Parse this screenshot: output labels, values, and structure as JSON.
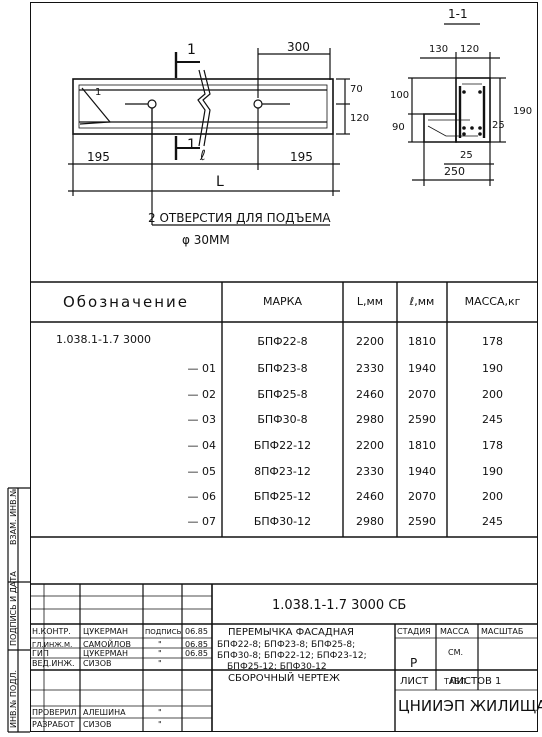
{
  "drawing": {
    "section_label": "1-1",
    "cut_mark": "1",
    "dims": {
      "top_span": "300",
      "left_end": "195",
      "mid": "ℓ",
      "right_end": "195",
      "total": "L",
      "h70": "70",
      "h120": "120",
      "s130": "130",
      "s120": "120",
      "s100": "100",
      "s90": "90",
      "s25v": "25",
      "s190": "190",
      "s25h": "25",
      "s250": "250"
    },
    "note_line1": "2 ОТВЕРСТИЯ ДЛЯ ПОДЪЕМА",
    "note_line2": "φ 30ММ"
  },
  "spec": {
    "headers": [
      "Обозначение",
      "МАРКА",
      "L,мм",
      "ℓ,мм",
      "МАССА,кг"
    ],
    "rows": [
      {
        "code": "1.038.1-1.7   3000",
        "suffix": "",
        "mark": "БПФ22-8",
        "L": "2200",
        "l": "1810",
        "mass": "178"
      },
      {
        "code": "",
        "suffix": "— 01",
        "mark": "БПФ23-8",
        "L": "2330",
        "l": "1940",
        "mass": "190"
      },
      {
        "code": "",
        "suffix": "— 02",
        "mark": "БПФ25-8",
        "L": "2460",
        "l": "2070",
        "mass": "200"
      },
      {
        "code": "",
        "suffix": "— 03",
        "mark": "БПФ30-8",
        "L": "2980",
        "l": "2590",
        "mass": "245"
      },
      {
        "code": "",
        "suffix": "— 04",
        "mark": "БПФ22-12",
        "L": "2200",
        "l": "1810",
        "mass": "178"
      },
      {
        "code": "",
        "suffix": "— 05",
        "mark": "8ПФ23-12",
        "L": "2330",
        "l": "1940",
        "mass": "190"
      },
      {
        "code": "",
        "suffix": "— 06",
        "mark": "БПФ25-12",
        "L": "2460",
        "l": "2070",
        "mass": "200"
      },
      {
        "code": "",
        "suffix": "— 07",
        "mark": "БПФ30-12",
        "L": "2980",
        "l": "2590",
        "mass": "245"
      }
    ]
  },
  "side_labels": [
    "ИНВ.№ ПОДЛ.",
    "ПОДПИСЬ И ДАТА",
    "ВЗАМ. ИНВ.№"
  ],
  "title_block": {
    "doc_code": "1.038.1-1.7   3000 СБ",
    "people": [
      {
        "role": "Н.КОНТР.",
        "name": "ЦУКЕРМАН",
        "sign": "ПОДПИСЬ",
        "date": "06.85"
      },
      {
        "role": "ГЛ.ИНЖ.М.",
        "name": "САМОЙЛОВ",
        "sign": "\"",
        "date": "06.85"
      },
      {
        "role": "ГИП",
        "name": "ЦУКЕРМАН",
        "sign": "\"",
        "date": "06.85"
      },
      {
        "role": "ВЕД.ИНЖ.",
        "name": "СИЗОВ",
        "sign": "\"",
        "date": ""
      },
      {
        "role": "",
        "name": "",
        "sign": "",
        "date": ""
      },
      {
        "role": "ПРОВЕРИЛ",
        "name": "АЛЕШИНА",
        "sign": "\"",
        "date": ""
      },
      {
        "role": "РАЗРАБОТ",
        "name": "СИЗОВ",
        "sign": "\"",
        "date": ""
      }
    ],
    "title_lines": [
      "ПЕРЕМЫЧКА ФАСАДНАЯ",
      "БПФ22-8; БПФ23-8; БПФ25-8;",
      "БПФ30-8; БПФ22-12; БПФ23-12;",
      "БПФ25-12; БПФ30-12",
      "СБОРОЧНЫЙ ЧЕРТЕЖ"
    ],
    "stage_label": "СТАДИЯ",
    "mass_label": "МАССА",
    "scale_label": "МАСШТАБ",
    "stage_value": "Р",
    "mass_value1": "СМ.",
    "mass_value2": "ТАБЛ.",
    "sheet_label": "ЛИСТ",
    "sheets_label": "ЛИСТОВ 1",
    "org": "ЦНИИЭП ЖИЛИЩА"
  }
}
